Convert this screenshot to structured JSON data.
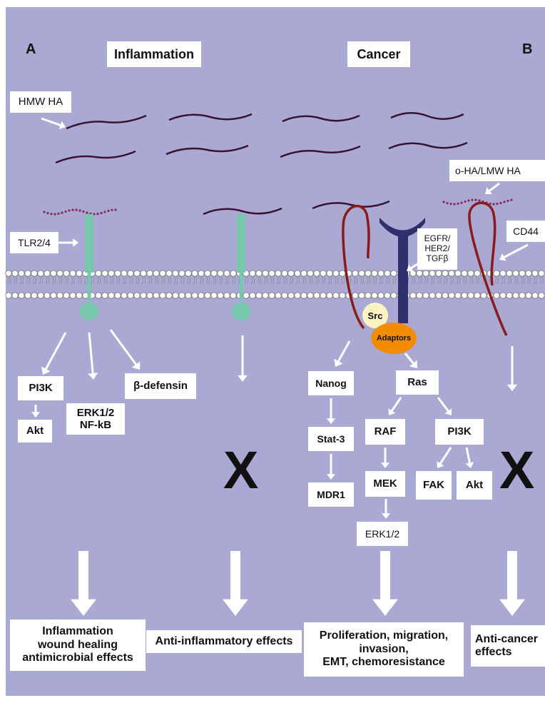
{
  "panel_labels": {
    "left": "A",
    "right": "B"
  },
  "headers": {
    "inflammation": "Inflammation",
    "cancer": "Cancer"
  },
  "callouts": {
    "hmw_ha": "HMW HA",
    "tlr": "TLR2/4",
    "o_ha": "o-HA/LMW HA",
    "cd44": "CD44",
    "egfr": "EGFR/\nHER2/\nTGFβ"
  },
  "molecules": {
    "src": "Src",
    "adaptors": "Adaptors"
  },
  "nodes": {
    "pi3k_a": "PI3K",
    "akt_a": "Akt",
    "erk_nfkb": "ERK1/2\nNF-kB",
    "beta_defensin": "β-defensin",
    "nanog": "Nanog",
    "stat3": "Stat-3",
    "mdr1": "MDR1",
    "ras": "Ras",
    "raf": "RAF",
    "mek": "MEK",
    "erk_b": "ERK1/2",
    "pi3k_b": "PI3K",
    "fak": "FAK",
    "akt_b": "Akt"
  },
  "blocked": {
    "left_x": "X",
    "right_x": "X"
  },
  "outcomes": {
    "inflammation": "Inflammation\nwound healing\nantimicrobial effects",
    "anti_inflammatory": "Anti-inflammatory effects",
    "proliferation": "Proliferation, migration,\ninvasion,\nEMT, chemoresistance",
    "anti_cancer": "Anti-cancer\neffects"
  },
  "colors": {
    "background": "#a9a9d4",
    "ha_chain": "#3b1130",
    "tlr_receptor": "#77c7ad",
    "cd44_receptor": "#8b1a1a",
    "egfr_receptor": "#2f2f6e",
    "fragments": "#8a2a5a",
    "src": "#fbf3c2",
    "adaptors": "#f28c00",
    "arrow": "#ffffff"
  }
}
